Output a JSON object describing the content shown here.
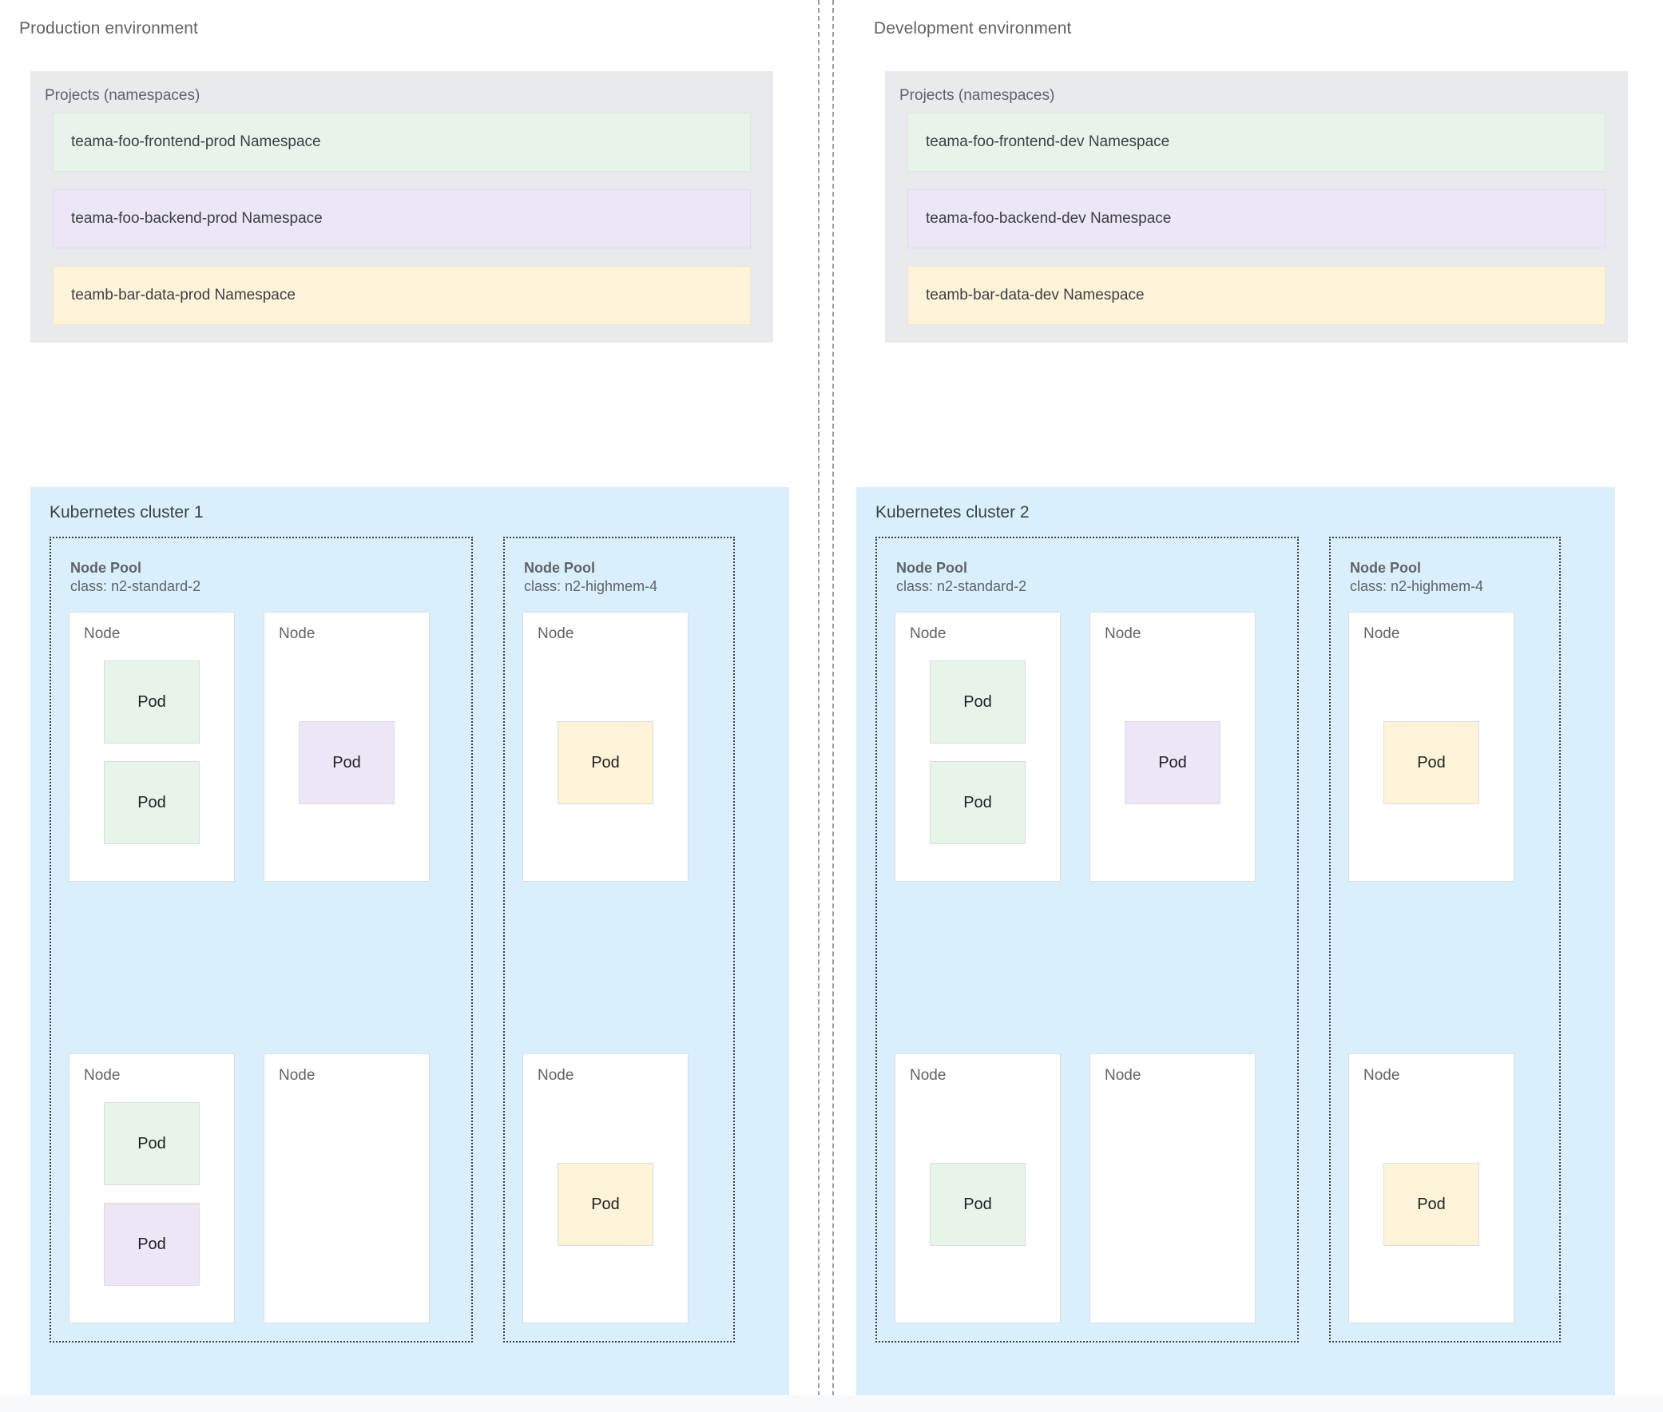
{
  "colors": {
    "green": "#e6f4ea",
    "purple": "#ece6f6",
    "yellow": "#fdf3d8",
    "cluster_bg": "#d9f0fc",
    "projects_bg": "#e8eaed",
    "node_bg": "#ffffff",
    "divider": "#9aa0a6",
    "text": "#5f6368"
  },
  "labels": {
    "node": "Node",
    "pod": "Pod",
    "pool_name": "Node Pool",
    "projects_title": "Projects (namespaces)"
  },
  "environments": [
    {
      "title": "Production environment",
      "projects": {
        "title": "Projects (namespaces)",
        "namespaces": [
          {
            "name": "teama-foo-frontend-prod Namespace",
            "color": "green"
          },
          {
            "name": "teama-foo-backend-prod Namespace",
            "color": "purple"
          },
          {
            "name": "teamb-bar-data-prod Namespace",
            "color": "yellow"
          }
        ]
      },
      "cluster": {
        "title": "Kubernetes cluster 1",
        "node_pools": [
          {
            "name": "Node Pool",
            "class": "class: n2-standard-2",
            "nodes": [
              {
                "label": "Node",
                "pods": [
                  {
                    "label": "Pod",
                    "color": "green"
                  },
                  {
                    "label": "Pod",
                    "color": "green"
                  }
                ]
              },
              {
                "label": "Node",
                "pods": [
                  {
                    "label": "Pod",
                    "color": "purple"
                  }
                ]
              },
              {
                "label": "Node",
                "pods": [
                  {
                    "label": "Pod",
                    "color": "green"
                  },
                  {
                    "label": "Pod",
                    "color": "purple"
                  }
                ]
              },
              {
                "label": "Node",
                "pods": []
              }
            ]
          },
          {
            "name": "Node Pool",
            "class": "class: n2-highmem-4",
            "nodes": [
              {
                "label": "Node",
                "pods": [
                  {
                    "label": "Pod",
                    "color": "yellow"
                  }
                ]
              },
              {
                "label": "Node",
                "pods": [
                  {
                    "label": "Pod",
                    "color": "yellow"
                  }
                ]
              }
            ]
          }
        ]
      }
    },
    {
      "title": "Development environment",
      "projects": {
        "title": "Projects (namespaces)",
        "namespaces": [
          {
            "name": "teama-foo-frontend-dev Namespace",
            "color": "green"
          },
          {
            "name": "teama-foo-backend-dev Namespace",
            "color": "purple"
          },
          {
            "name": "teamb-bar-data-dev Namespace",
            "color": "yellow"
          }
        ]
      },
      "cluster": {
        "title": "Kubernetes cluster 2",
        "node_pools": [
          {
            "name": "Node Pool",
            "class": "class: n2-standard-2",
            "nodes": [
              {
                "label": "Node",
                "pods": [
                  {
                    "label": "Pod",
                    "color": "green"
                  },
                  {
                    "label": "Pod",
                    "color": "green"
                  }
                ]
              },
              {
                "label": "Node",
                "pods": [
                  {
                    "label": "Pod",
                    "color": "purple"
                  }
                ]
              },
              {
                "label": "Node",
                "pods": [
                  {
                    "label": "Pod",
                    "color": "green"
                  }
                ]
              },
              {
                "label": "Node",
                "pods": []
              }
            ]
          },
          {
            "name": "Node Pool",
            "class": "class: n2-highmem-4",
            "nodes": [
              {
                "label": "Node",
                "pods": [
                  {
                    "label": "Pod",
                    "color": "yellow"
                  }
                ]
              },
              {
                "label": "Node",
                "pods": [
                  {
                    "label": "Pod",
                    "color": "yellow"
                  }
                ]
              }
            ]
          }
        ]
      }
    }
  ]
}
